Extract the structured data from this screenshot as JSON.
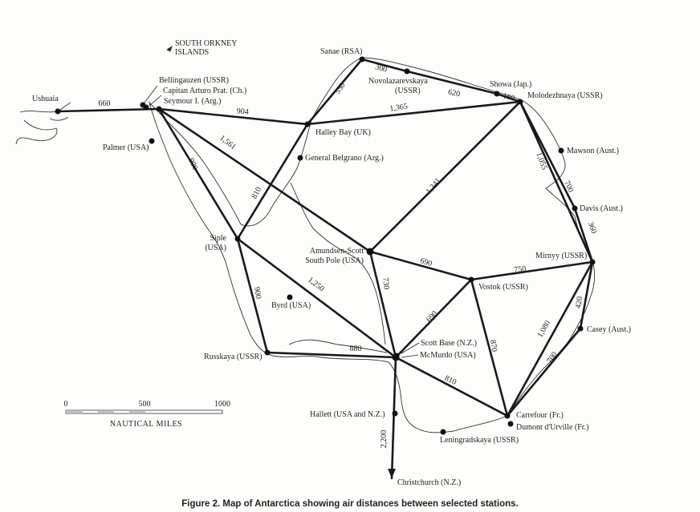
{
  "caption": "Figure 2. Map of Antarctica showing air distances between selected stations.",
  "region_label": [
    "SOUTH ORKNEY",
    "ISLANDS"
  ],
  "scale_bar": {
    "ticks": [
      "0",
      "500",
      "1000"
    ],
    "unit": "NAUTICAL MILES"
  },
  "stations": {
    "ushuaia": [
      "Ushuaia"
    ],
    "bellingauzen": [
      "Bellingauzen  (USSR)"
    ],
    "capitan": [
      "Capitan Arturo Prat. (Ch.)"
    ],
    "seymour": [
      "Seymour I. (Arg.)"
    ],
    "palmer": [
      "Palmer (USA)"
    ],
    "halley": [
      "Halley Bay (UK)"
    ],
    "belgrano": [
      "General Belgrano (Arg.)"
    ],
    "sanae": [
      "Sanae (RSA)"
    ],
    "novo": [
      "Novolazarevskaya",
      "(USSR)"
    ],
    "showa": [
      "Showa (Jap.)"
    ],
    "molod": [
      "Molodezhnaya (USSR)"
    ],
    "mawson": [
      "Mawson (Aust.)"
    ],
    "davis": [
      "Davis (Aust.)"
    ],
    "mirnyy": [
      "Mirnyy (USSR)"
    ],
    "siple": [
      "Siple",
      "(USA)"
    ],
    "pole": [
      "Amundsen-Scott",
      "South Pole (USA)"
    ],
    "vostok": [
      "Vostok (USSR)"
    ],
    "byrd": [
      "Byrd (USA)"
    ],
    "russkaya": [
      "Russkaya (USSR)"
    ],
    "scott": [
      "Scott Base (N.Z.)"
    ],
    "mcmurdo": [
      "McMurdo (USA)"
    ],
    "casey": [
      "Casey (Aust.)"
    ],
    "carrefour": [
      "Carrefour (Fr.)"
    ],
    "dumont": [
      "Dumont d'Urville (Fr.)"
    ],
    "hallett": [
      "Hallett (USA and N.Z.)"
    ],
    "leningrad": [
      "Leningradskaya (USSR)"
    ],
    "christchurch": [
      "Christchurch (N.Z.)"
    ]
  },
  "routes": [
    {
      "from": "ushuaia",
      "to": "seymour",
      "distance": "660"
    },
    {
      "from": "seymour",
      "to": "halley",
      "distance": "904"
    },
    {
      "from": "seymour",
      "to": "pole",
      "distance": "1,561"
    },
    {
      "from": "seymour",
      "to": "siple",
      "distance": "900"
    },
    {
      "from": "sanae",
      "to": "halley",
      "distance": "550"
    },
    {
      "from": "halley",
      "to": "siple",
      "distance": "810"
    },
    {
      "from": "halley",
      "to": "molod",
      "distance": "1,365"
    },
    {
      "from": "sanae",
      "to": "novo",
      "distance": "300"
    },
    {
      "from": "novo",
      "to": "showa",
      "distance": "620"
    },
    {
      "from": "showa",
      "to": "molod",
      "distance": "160"
    },
    {
      "from": "molod",
      "to": "pole",
      "distance": "1,341"
    },
    {
      "from": "molod",
      "to": "mirnyy",
      "distance": "1,055"
    },
    {
      "from": "molod",
      "to": "davis",
      "distance": "700"
    },
    {
      "from": "davis",
      "to": "mirnyy",
      "distance": "360"
    },
    {
      "from": "pole",
      "to": "vostok",
      "distance": "690"
    },
    {
      "from": "vostok",
      "to": "mirnyy",
      "distance": "750"
    },
    {
      "from": "pole",
      "to": "mcmurdo",
      "distance": "730"
    },
    {
      "from": "siple",
      "to": "russkaya",
      "distance": "900"
    },
    {
      "from": "siple",
      "to": "mcmurdo",
      "distance": "1,250"
    },
    {
      "from": "russkaya",
      "to": "mcmurdo",
      "distance": "880"
    },
    {
      "from": "mcmurdo",
      "to": "vostok",
      "distance": "690"
    },
    {
      "from": "vostok",
      "to": "carrefour",
      "distance": "870"
    },
    {
      "from": "mcmurdo",
      "to": "carrefour",
      "distance": "810"
    },
    {
      "from": "mirnyy",
      "to": "carrefour",
      "distance": "1,080"
    },
    {
      "from": "mirnyy",
      "to": "casey",
      "distance": "420"
    },
    {
      "from": "casey",
      "to": "carrefour",
      "distance": "700"
    },
    {
      "from": "mcmurdo",
      "to": "christchurch",
      "distance": "2,200"
    }
  ]
}
